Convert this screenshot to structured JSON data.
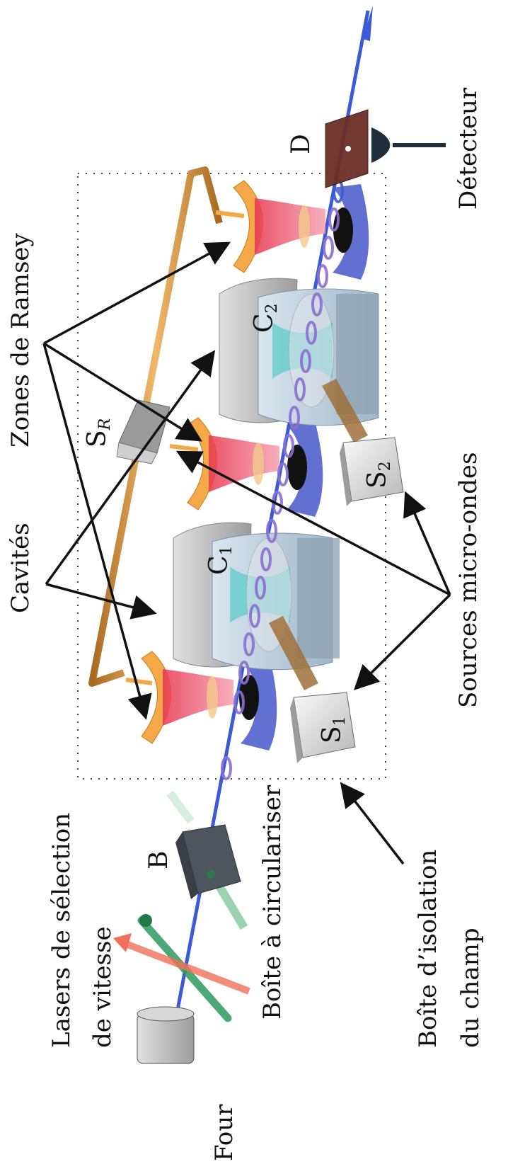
{
  "labels": {
    "four": "Four",
    "lasers_line1": "Lasers de sélection",
    "lasers_line2": "de vitesse",
    "b": "B",
    "boite_circ": "Boîte à circulariser",
    "boite_iso_line1": "Boîte d’isolation",
    "boite_iso_line2": "du champ",
    "cavites": "Cavités",
    "zones_ramsey": "Zones de Ramsey",
    "sources": "Sources micro-ondes",
    "detecteur": "Détecteur",
    "d": "D",
    "c1_main": "C",
    "c1_sub": "1",
    "c2_main": "C",
    "c2_sub": "2",
    "s1_main": "S",
    "s1_sub": "1",
    "s2_main": "S",
    "s2_sub": "2",
    "sr_main": "S",
    "sr_sub": "R"
  },
  "colors": {
    "atom_beam": "#3b5bd6",
    "rod": "#d9a054",
    "ramsey_mount": "#f4a847",
    "ramsey_field": "#e84a5f",
    "mirror": "#4657c9",
    "cavity_body": "#b9cfe0",
    "cavity_shell": "#c8c8c8",
    "cavity_mode": "#34c6c0",
    "atom_ring": "#8a6fd0",
    "box_b": "#4f555d",
    "laser_green": "#2f9a5f",
    "laser_red": "#f2705a",
    "detector_plate": "#6b2f26",
    "detector_funnel": "#1d2d3a"
  }
}
